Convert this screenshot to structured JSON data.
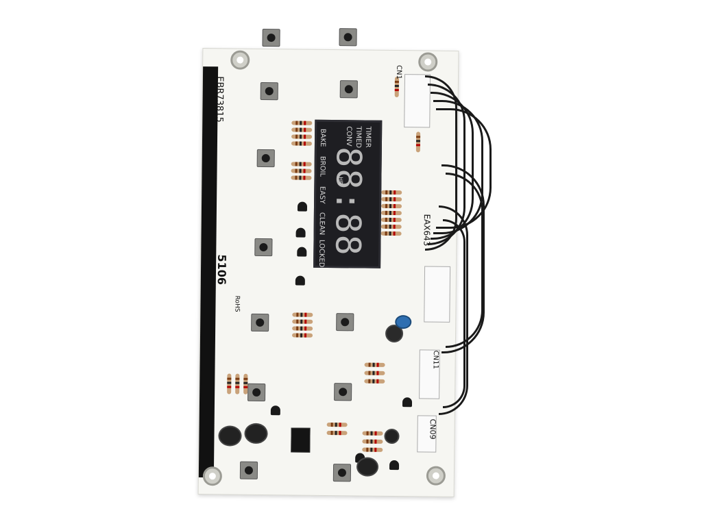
{
  "photo": {
    "board_code": "EBR73815",
    "module_code": "EAX643",
    "display": {
      "labels_left": [
        "BAKE",
        "BROIL",
        "EASY",
        "CLEAN",
        "LOCKED"
      ],
      "labels_right": [
        "TIMER",
        "TIMED",
        "CONV"
      ],
      "digits": "88:88",
      "hr_label": "HR"
    },
    "connectors": [
      "CN1",
      "CN11",
      "CN09"
    ],
    "silk_codes": [
      "5106",
      "RoHS"
    ],
    "colors": {
      "board": "#f6f6f2",
      "display": "#1e1e22",
      "wire": "#1a1a1a"
    }
  }
}
